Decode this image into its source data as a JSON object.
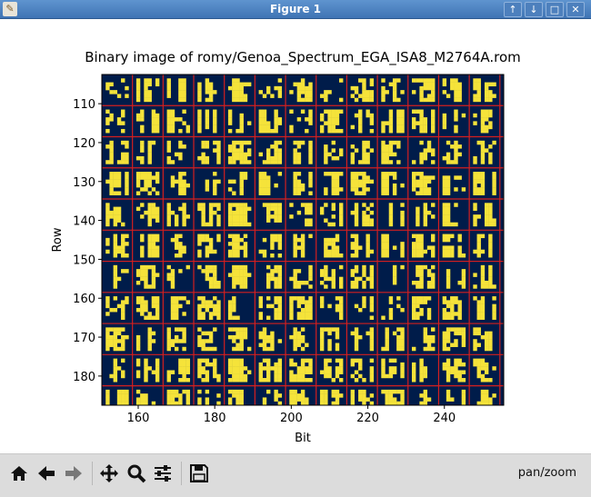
{
  "window": {
    "title": "Figure 1",
    "icon": "matplotlib-icon"
  },
  "window_buttons": [
    {
      "name": "window-up-button",
      "glyph": "↑"
    },
    {
      "name": "window-down-button",
      "glyph": "↓"
    },
    {
      "name": "window-maximize-button",
      "glyph": "□"
    },
    {
      "name": "window-close-button",
      "glyph": "✕"
    }
  ],
  "figure": {
    "title": "Binary image of romy/Genoa_Spectrum_EGA_ISA8_M2764A.rom",
    "xlabel": "Bit",
    "ylabel": "Row",
    "x_ticks": [
      "160",
      "180",
      "200",
      "220",
      "240"
    ],
    "y_ticks": [
      "110",
      "120",
      "130",
      "140",
      "150",
      "160",
      "170",
      "180"
    ],
    "colors": {
      "background": "#001c4a",
      "foreground": "#f5e33a",
      "grid": "#d51f1f"
    }
  },
  "chart_data": {
    "type": "heatmap",
    "title": "Binary image of romy/Genoa_Spectrum_EGA_ISA8_M2764A.rom",
    "xlabel": "Bit",
    "ylabel": "Row",
    "xlim": [
      150.5,
      255.5
    ],
    "ylim": [
      187.5,
      102.5
    ],
    "colormap": [
      "#001c4a",
      "#f5e33a"
    ],
    "grid_lines": {
      "color": "#d51f1f",
      "x_every": 8,
      "y_every": 8
    },
    "description_values": "binary pixel bitmap of font ROM glyphs"
  },
  "toolbar": {
    "buttons": [
      {
        "name": "home-button",
        "icon": "home-icon"
      },
      {
        "name": "back-button",
        "icon": "arrow-left-icon"
      },
      {
        "name": "forward-button",
        "icon": "arrow-right-icon"
      },
      {
        "name": "pan-button",
        "icon": "move-icon"
      },
      {
        "name": "zoom-button",
        "icon": "zoom-icon"
      },
      {
        "name": "configure-subplots-button",
        "icon": "sliders-icon"
      },
      {
        "name": "save-button",
        "icon": "save-icon"
      }
    ],
    "mode": "pan/zoom"
  }
}
